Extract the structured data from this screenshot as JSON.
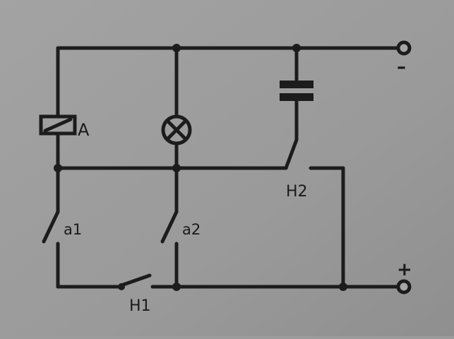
{
  "diagram": {
    "labels": {
      "relay": "A",
      "contact_a1": "a1",
      "contact_a2": "a2",
      "button_h1": "H1",
      "button_h2": "H2",
      "terminal_negative": "–",
      "terminal_positive": "+"
    },
    "colors": {
      "background": "#9c9c9c",
      "ink": "#1c1c1c"
    }
  }
}
